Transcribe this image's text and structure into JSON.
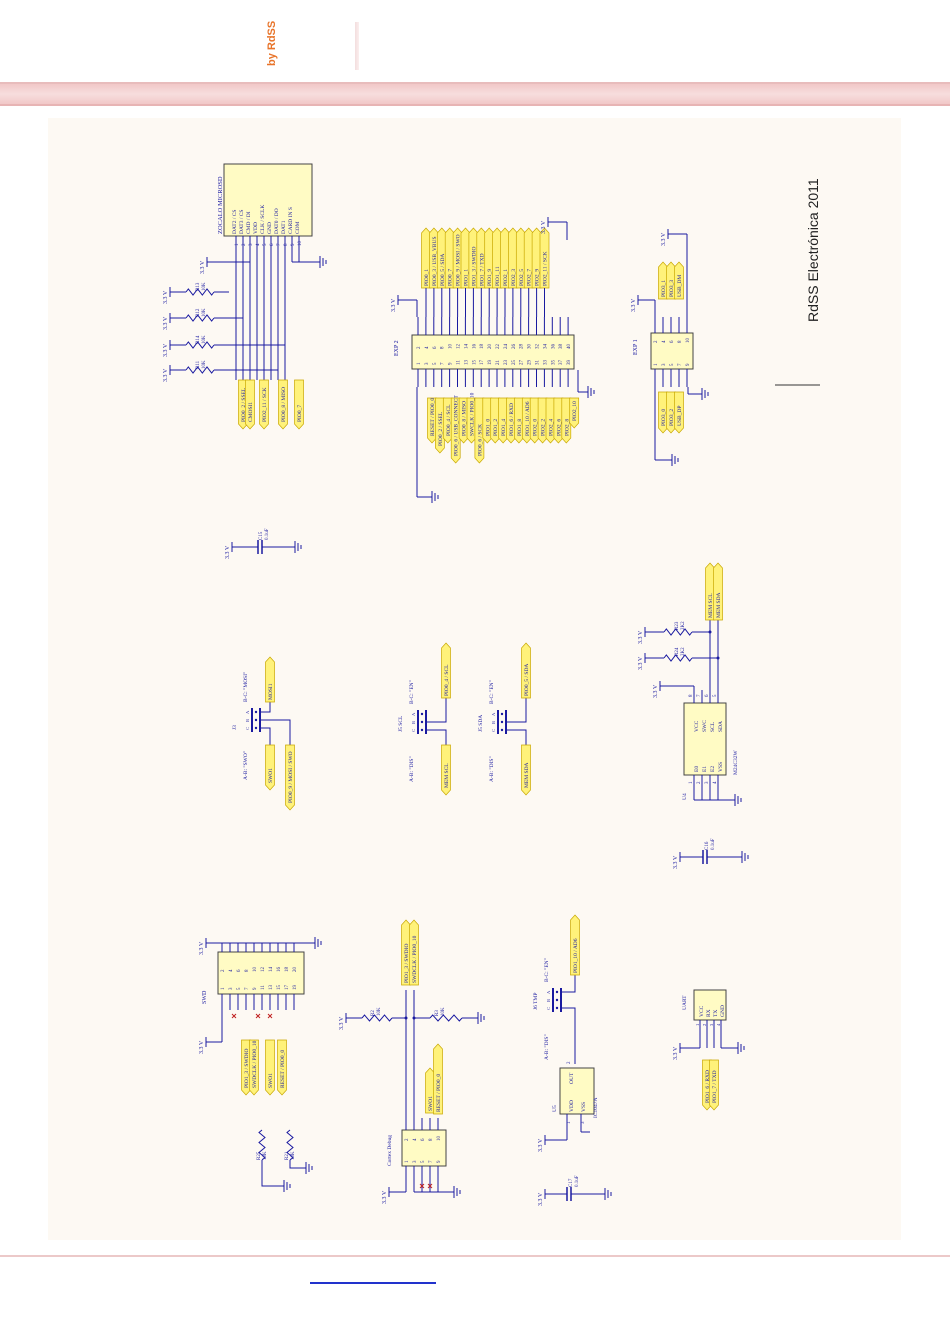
{
  "header": {
    "brand": "by RdSS"
  },
  "sheet_title": "RdSS Electrónica 2011",
  "nets": {
    "v33": "3.3 V"
  },
  "microsd": {
    "name": "ZOCALO MICROSD",
    "pins": [
      "DAT2 / CS",
      "DAT3 / CS",
      "CMD / DI",
      "VDD",
      "CLK / SCLK",
      "GND",
      "DAT0 / DO",
      "DAT1",
      "CARD IN S",
      "COM"
    ],
    "nums": [
      "1",
      "2",
      "3",
      "4",
      "5",
      "6",
      "7",
      "8",
      "9",
      "10"
    ],
    "resistors": [
      {
        "ref": "R13",
        "val": "10K"
      },
      {
        "ref": "R12",
        "val": "10K"
      },
      {
        "ref": "R14",
        "val": "10K"
      },
      {
        "ref": "R11",
        "val": "10K"
      }
    ],
    "net_labels": [
      "PIO0_2 / SSEL",
      "CMOSI1",
      "PIO2_11 / SCK",
      "PIO0_8 / MISO",
      "PIO0_7"
    ]
  },
  "exp2": {
    "name": "EXP 2",
    "odd_nums": [
      "1",
      "3",
      "5",
      "7",
      "9",
      "11",
      "13",
      "15",
      "17",
      "19",
      "21",
      "23",
      "25",
      "27",
      "29",
      "31",
      "33",
      "35",
      "37",
      "39"
    ],
    "even_nums": [
      "2",
      "4",
      "6",
      "8",
      "10",
      "12",
      "14",
      "16",
      "18",
      "20",
      "22",
      "24",
      "26",
      "28",
      "30",
      "32",
      "34",
      "36",
      "38",
      "40"
    ],
    "right_labels": [
      "PIO0_1",
      "PIO0_3 / USB_VBUS",
      "PIO0_5 / SDA",
      "PIO0_7",
      "PIO0_9 / MOSI / SWO",
      "PIO1_1",
      "PIO1_3 / SWDIO",
      "PIO1_7 / TXD",
      "PIO1_9",
      "PIO1_11",
      "PIO2_1",
      "PIO2_3",
      "PIO2_5",
      "PIO2_7",
      "PIO2_9",
      "PIO2_11 / SCK"
    ],
    "left_labels": [
      "RESET / PIO0_0",
      "PIO0_2 / SSEL",
      "PIO0_4 / SCL",
      "PIO0_6 / USB_CONNECT",
      "PIO0_8 / MISO",
      "SWCLK / PIO0_10",
      "PIO0_6 / SCK",
      "PIO1_0",
      "PIO1_2",
      "PIO1_4",
      "PIO1_6 / RXD",
      "PIO1_8",
      "PIO1_10 / AD6",
      "PIO2_0",
      "PIO2_2",
      "PIO2_4",
      "PIO2_6",
      "PIO2_8",
      "PIO2_10"
    ]
  },
  "exp1": {
    "name": "EXP 1",
    "odd_nums": [
      "1",
      "3",
      "5",
      "7",
      "9"
    ],
    "even_nums": [
      "2",
      "4",
      "6",
      "8",
      "10"
    ],
    "right_labels": [
      "PIO3_1",
      "PIO3_3",
      "USB_DM"
    ],
    "left_labels": [
      "PIO3_0",
      "PIO3_2",
      "USB_DP"
    ]
  },
  "c15": {
    "ref": "C15",
    "val": "0.1uF"
  },
  "c16": {
    "ref": "C16",
    "val": "0.1uF"
  },
  "c17": {
    "ref": "C17",
    "val": "0.1uF"
  },
  "j3": {
    "ref": "J3",
    "bc": "B-C: \"MOSI\"",
    "ab": "A-B: \"SWO\"",
    "abc": [
      "A",
      "B",
      "C"
    ],
    "net_labels": [
      "MOSI1",
      "SWO1",
      "PIO0_9 / MOSI / SWO"
    ]
  },
  "j5scl": {
    "ref": "J5 SCL",
    "bc": "B-C: \"EN\"",
    "ab": "A-B: \"DIS\"",
    "abc": [
      "A",
      "B",
      "C"
    ],
    "net_labels": [
      "PIO0_4 / SCL",
      "MEM SCL"
    ]
  },
  "j5sda": {
    "ref": "J5 SDA",
    "bc": "B-C: \"EN\"",
    "ab": "A-B: \"DIS\"",
    "abc": [
      "A",
      "B",
      "C"
    ],
    "net_labels": [
      "PIO0_5 / SDA",
      "MEM SDA"
    ]
  },
  "u4": {
    "ref": "U4",
    "part": "M24C32W",
    "left_pins": [
      "E0",
      "E1",
      "E2",
      "VSS"
    ],
    "right_pins": [
      "VCC",
      "SWC",
      "SCL",
      "SDA"
    ],
    "nums": [
      "1",
      "2",
      "3",
      "4",
      "8",
      "7",
      "6",
      "5"
    ],
    "r23": {
      "ref": "R23",
      "val": "2K2"
    },
    "r24": {
      "ref": "R24",
      "val": "2K2"
    },
    "net_labels": [
      "MEM SCL",
      "MEM SDA"
    ]
  },
  "swd": {
    "name": "SWD",
    "odd_nums": [
      "1",
      "3",
      "5",
      "7",
      "9",
      "11",
      "13",
      "15",
      "17",
      "19"
    ],
    "even_nums": [
      "2",
      "4",
      "6",
      "8",
      "10",
      "12",
      "14",
      "16",
      "18",
      "20"
    ],
    "net_labels": [
      "PIO1_3 / SWDIO",
      "SWDCLK / PIO0_10",
      "SWO1",
      "RESET / PIO0_0"
    ],
    "r25": {
      "ref": "R25",
      "val": "10K"
    },
    "r21": {
      "ref": "R21",
      "val": "10K"
    }
  },
  "cortex": {
    "name": "Cortex Debug",
    "odd_nums": [
      "1",
      "3",
      "5",
      "7",
      "9"
    ],
    "even_nums": [
      "2",
      "4",
      "6",
      "8",
      "10"
    ],
    "net_labels": [
      "PIO1_3 / SWDIO",
      "SWDCLK / PIO0_10",
      "SWO1",
      "RESET / PIO0_0"
    ],
    "r2": {
      "ref": "R2",
      "val": "10K"
    },
    "r3": {
      "ref": "R3",
      "val": "10K"
    }
  },
  "tmp": {
    "ref": "J6 TMP",
    "bc": "B-C: \"EN\"",
    "ab": "A-B: \"DIS\"",
    "abc": [
      "A",
      "B",
      "C"
    ],
    "u5": "U5",
    "part": "IC1047A",
    "pins": [
      "VDD",
      "OUT",
      "VSS"
    ],
    "nums": [
      "1",
      "2",
      "3"
    ],
    "net_label": "PIO1_10 / AD6"
  },
  "uart": {
    "name": "UART",
    "pins": [
      "VCC",
      "RX",
      "TX",
      "GND"
    ],
    "nums": [
      "1",
      "2",
      "3",
      "4"
    ],
    "net_labels": [
      "PIO1_6 / RXD",
      "PIO1_7 / TXD"
    ]
  }
}
